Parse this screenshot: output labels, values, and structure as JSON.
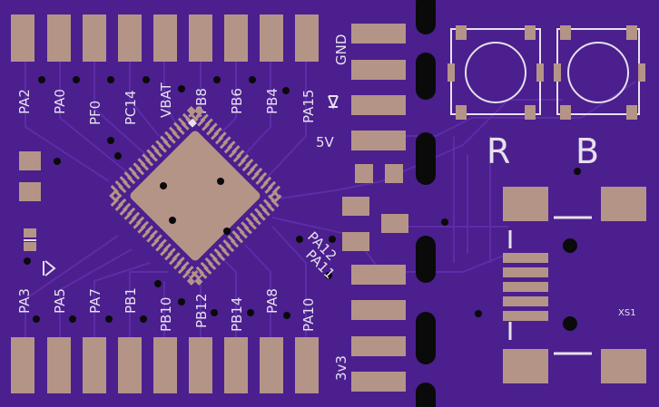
{
  "colors": {
    "board": "#4b1f8e",
    "trace": "#5a2ba3",
    "pad": "#b59488",
    "silkscreen": "#e6e0ee",
    "hole": "#0a0a0a"
  },
  "top_pins": [
    "PA2",
    "PA0",
    "PF0",
    "PC14",
    "VBAT",
    "PB8",
    "PB6",
    "PB4",
    "PA15"
  ],
  "bottom_pins": [
    "PA3",
    "PA5",
    "PA7",
    "PB1",
    "PB10",
    "PB12",
    "PB14",
    "PA8",
    "PA10"
  ],
  "right_header": {
    "gnd": "GND",
    "five_v": "5V",
    "three_v3": "3v3",
    "pa12": "PA12",
    "pa11": "PA11"
  },
  "buttons": {
    "reset": "R",
    "boot": "B"
  },
  "connector": "XS1"
}
